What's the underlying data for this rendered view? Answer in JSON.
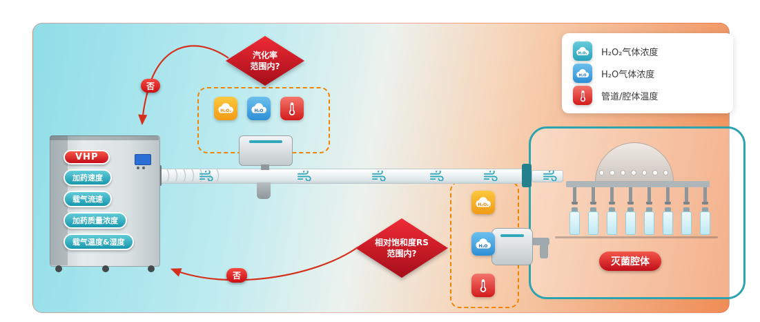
{
  "machine": {
    "badge": "VHP",
    "params": [
      "加药速度",
      "载气流速",
      "加药质量浓度",
      "载气温度&湿度"
    ]
  },
  "decisions": {
    "vaporization": {
      "question": "汽化率\n范围内?",
      "no_label": "否"
    },
    "saturation": {
      "question": "相对饱和度RS\n范围内?",
      "no_label": "否"
    }
  },
  "sensor_labels": {
    "h2o2": "H₂O₂",
    "h2o": "H₂O"
  },
  "chamber": {
    "label": "灭菌腔体"
  },
  "legend": {
    "items": [
      {
        "icon": "h2o2-cloud-icon",
        "label": "H₂O₂气体浓度"
      },
      {
        "icon": "h2o-cloud-icon",
        "label": "H₂O气体浓度"
      },
      {
        "icon": "thermometer-icon",
        "label": "管道/腔体温度"
      }
    ]
  },
  "icons": {
    "h2o2": "cloud",
    "h2o": "cloud",
    "temperature": "thermometer",
    "airflow": "wind-swirl"
  },
  "colors": {
    "accent_red": "#d8101d",
    "teal_border": "#2ba4b0",
    "dash_orange": "#f08300",
    "pill_teal": "#1797ad",
    "bg_left": "#8fdde8",
    "bg_right": "#ef8c55"
  }
}
